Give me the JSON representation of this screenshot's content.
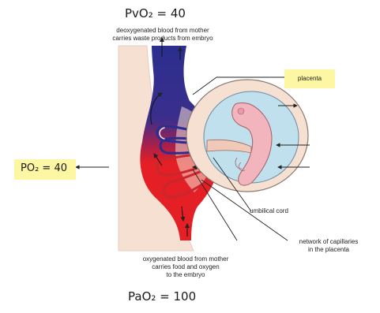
{
  "annotations": {
    "top_formula": "PvO₂ = 40",
    "left_formula": "PO₂ = 40",
    "bottom_formula": "PaO₂ = 100"
  },
  "labels": {
    "top_line1": "deoxygenated blood from mother",
    "top_line2": "carries waste products from embryo",
    "placenta": "placenta",
    "umbilical_cord": "umbilical cord",
    "capillaries_line1": "network of capillaries",
    "capillaries_line2": "in the placenta",
    "bottom_line1": "oxygenated blood from mother",
    "bottom_line2": "carries food and oxygen",
    "bottom_line3": "to the embryo"
  },
  "colors": {
    "deoxygenated": "#2b2e8f",
    "oxygenated": "#e41f26",
    "uterine_wall": "#f6e0d2",
    "amniotic_fluid": "#bfe0ec",
    "embryo": "#f2b4bd",
    "sticky_note": "#fdf6a3"
  }
}
